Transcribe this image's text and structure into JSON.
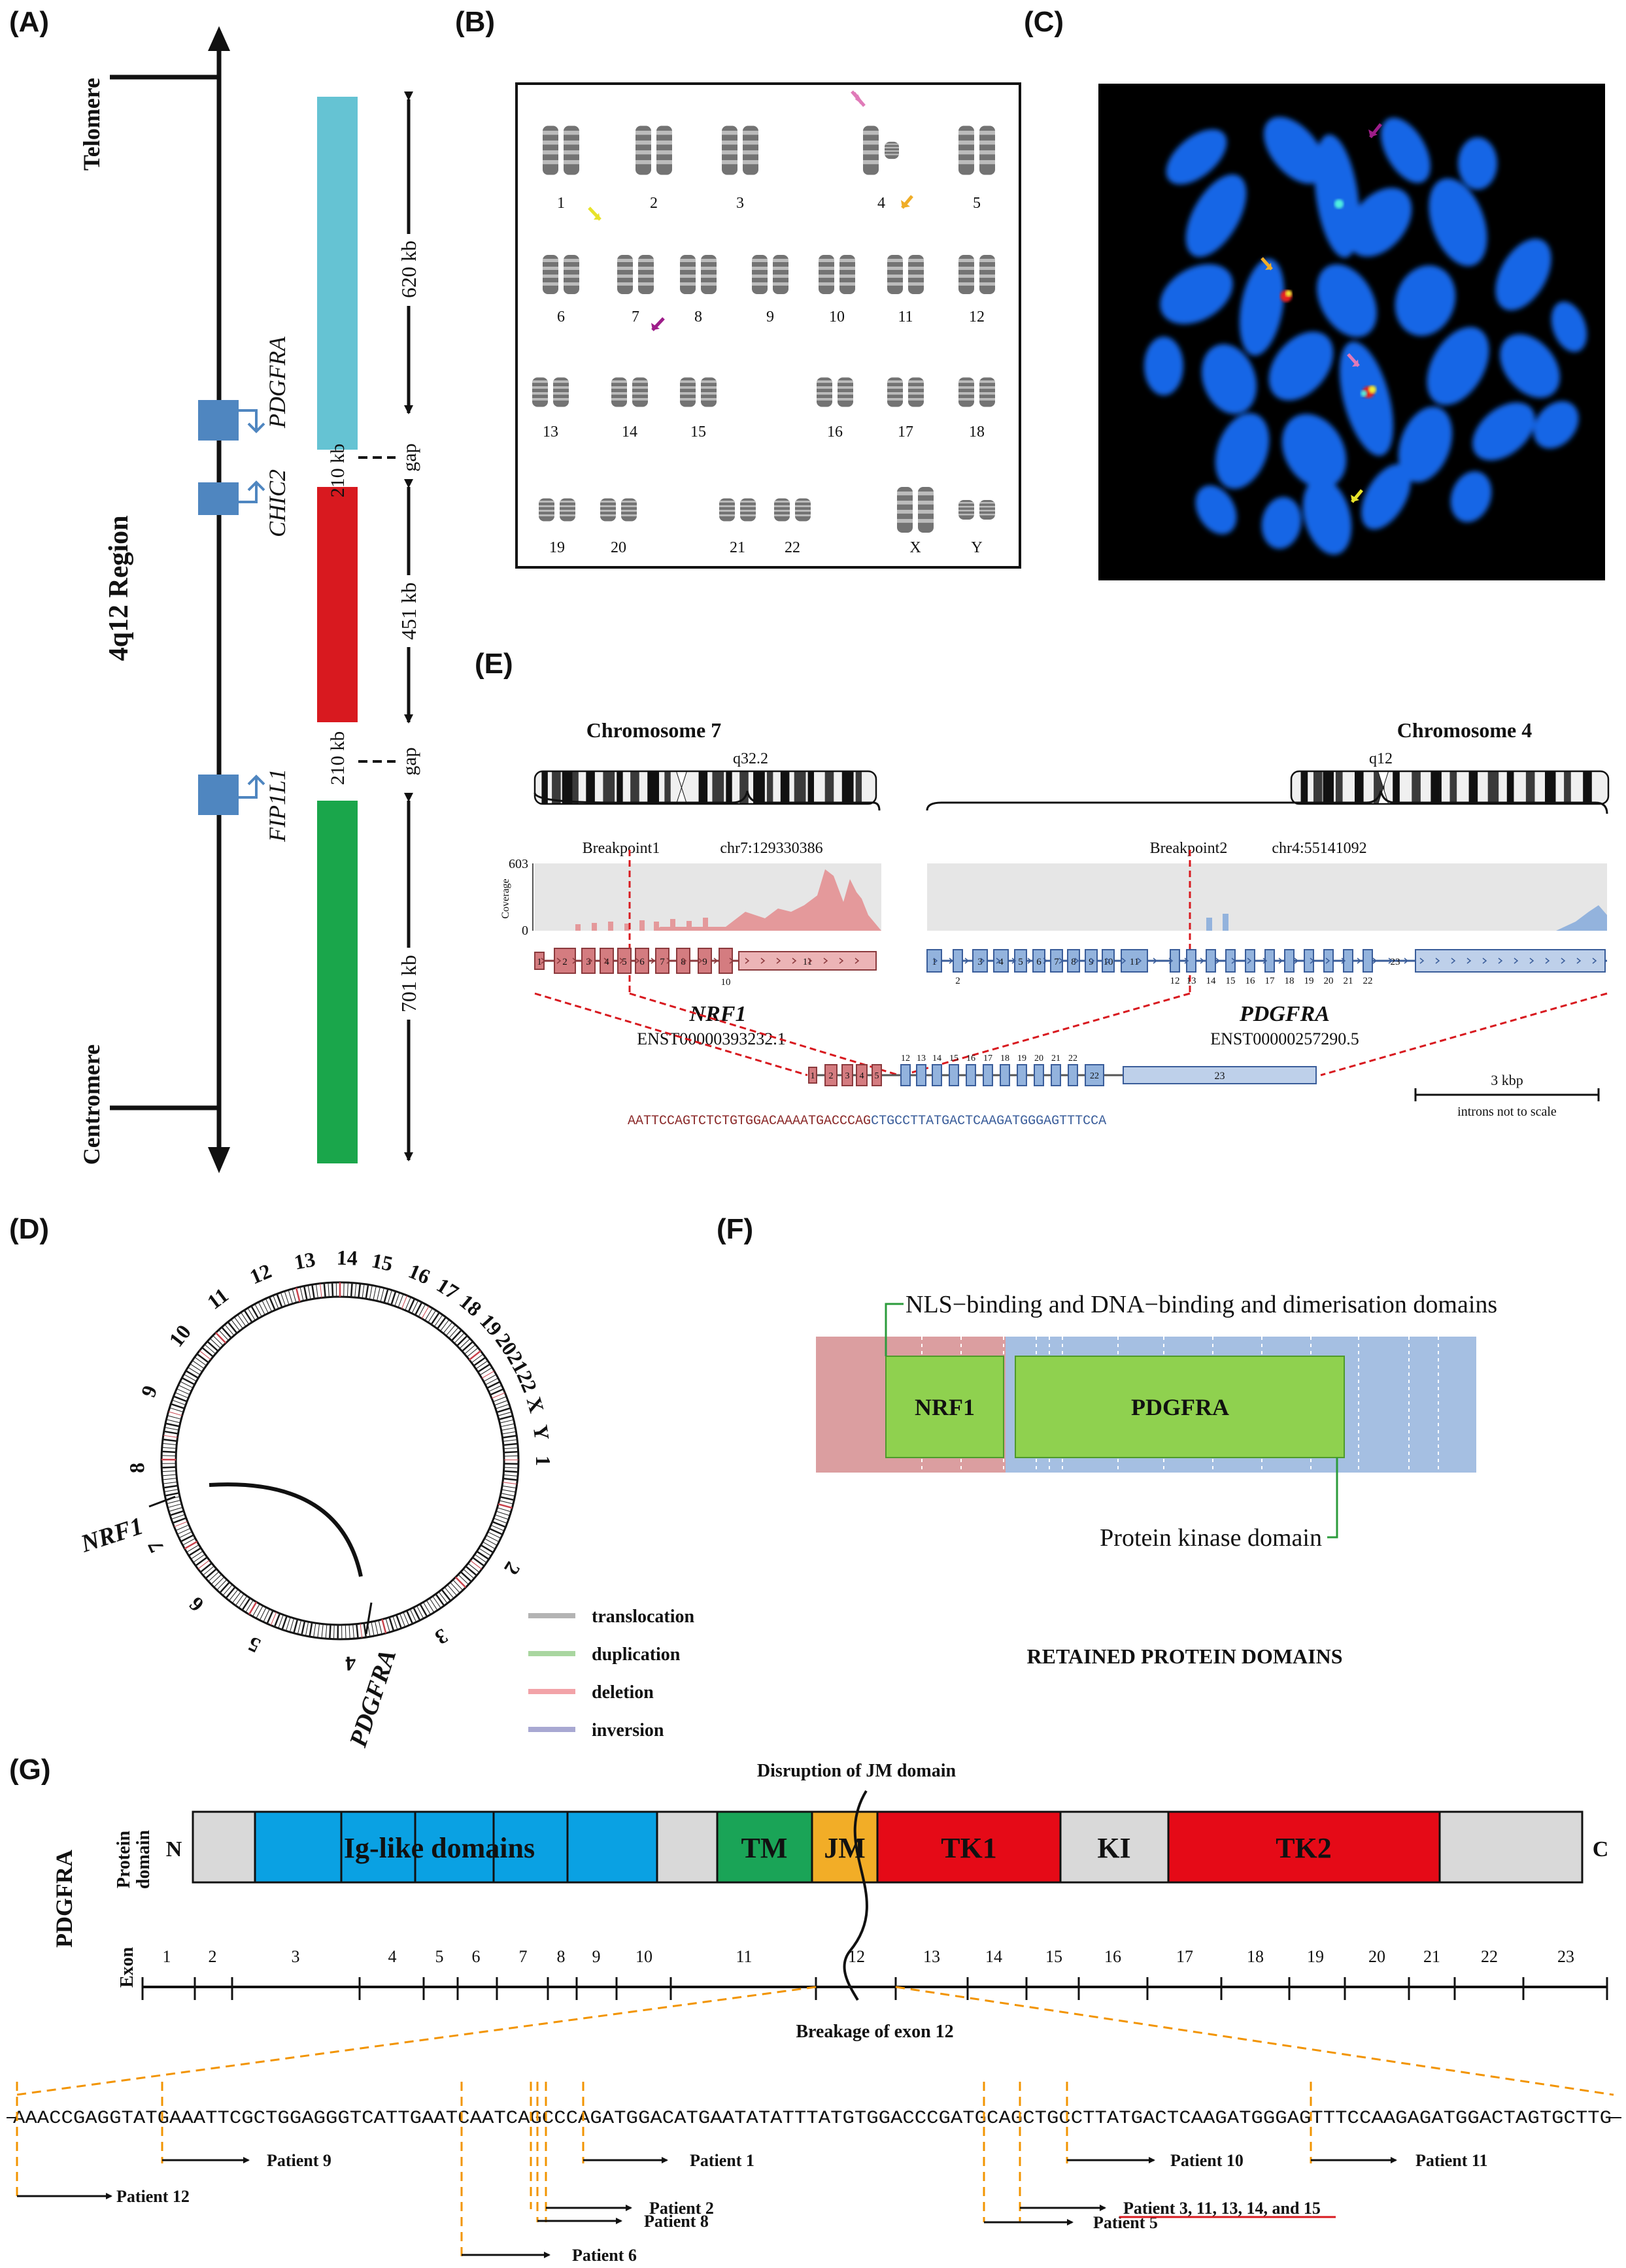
{
  "colors": {
    "cyan": "#65c3d3",
    "red": "#d8191f",
    "green": "#1aa64b",
    "gene": "#4f86c0",
    "nrf1": "#d47c80",
    "pdgfra": "#93b3dd",
    "tm": "#1aa457",
    "jm": "#f2ad27",
    "tk": "#e50a17",
    "ig": "#0aa1e3",
    "grey": "#d9d9d9",
    "orange": "#f29400",
    "domain_green": "#8fd14f",
    "domain_text": "#2b9b3b"
  },
  "panels": {
    "A": "(A)",
    "B": "(B)",
    "C": "(C)",
    "D": "(D)",
    "E": "(E)",
    "F": "(F)",
    "G": "(G)"
  },
  "panelA": {
    "telomere": "Telomere",
    "centromere": "Centromere",
    "region": "4q12 Region",
    "genes": [
      "PDGFRA",
      "CHIC2",
      "FIP1L1"
    ],
    "segments": [
      "620 kb",
      "451 kb",
      "701 kb"
    ],
    "gaps": [
      "210 kb",
      "210 kb"
    ],
    "gap_label": "gap"
  },
  "panelB": {
    "chromosomes": [
      "1",
      "2",
      "3",
      "4",
      "5",
      "6",
      "7",
      "8",
      "9",
      "10",
      "11",
      "12",
      "13",
      "14",
      "15",
      "16",
      "17",
      "18",
      "19",
      "20",
      "21",
      "22",
      "X",
      "Y"
    ]
  },
  "panelD": {
    "chromosomes": [
      "1",
      "2",
      "3",
      "4",
      "5",
      "6",
      "7",
      "8",
      "9",
      "10",
      "11",
      "12",
      "13",
      "14",
      "15",
      "16",
      "17",
      "18",
      "19",
      "20",
      "21",
      "22",
      "X",
      "Y"
    ],
    "nrf1": "NRF1",
    "pdgfra": "PDGFRA",
    "legend": [
      {
        "label": "translocation",
        "color": "#b4b4b4"
      },
      {
        "label": "duplication",
        "color": "#a9d6a0"
      },
      {
        "label": "deletion",
        "color": "#f2a3a8"
      },
      {
        "label": "inversion",
        "color": "#a8a8d2"
      }
    ]
  },
  "panelE": {
    "chr7": "Chromosome 7",
    "chr4": "Chromosome 4",
    "band7": "q32.2",
    "band4": "q12",
    "bp1": "Breakpoint1",
    "bp1pos": "chr7:129330386",
    "bp2": "Breakpoint2",
    "bp2pos": "chr4:55141092",
    "cov_max": "603",
    "cov_min": "0",
    "cov_label": "Coverage",
    "nrf1": "NRF1",
    "nrf1_tx": "ENST00000393232.1",
    "pdgfra": "PDGFRA",
    "pdgfra_tx": "ENST00000257290.5",
    "nrf1_exons": [
      "1",
      "2",
      "3",
      "4",
      "5",
      "6",
      "7",
      "8",
      "9",
      "10",
      "11"
    ],
    "pdgfra_exons": [
      "1",
      "2",
      "3",
      "4",
      "5",
      "6",
      "7",
      "8",
      "9",
      "10",
      "11",
      "12",
      "13",
      "14",
      "15",
      "16",
      "17",
      "18",
      "19",
      "20",
      "21",
      "22",
      "23"
    ],
    "fusion_exons": [
      "1",
      "2",
      "3",
      "4",
      "5",
      "12",
      "13",
      "14",
      "15",
      "16",
      "17",
      "18",
      "19",
      "20",
      "21",
      "22",
      "23"
    ],
    "seq_nrf1": "AATTCCAGTCTCTGTGGACAAAATGACCCAG",
    "seq_pdgfra": "CTGCCTTATGACTCAAGATGGGAGTTTCCA",
    "scale": "3 kbp",
    "scale_note": "introns not to scale"
  },
  "panelF": {
    "nls": "NLS−binding and DNA−binding and dimerisation domains",
    "nrf1": "NRF1",
    "pdgfra": "PDGFRA",
    "kinase": "Protein kinase domain",
    "caption": "RETAINED PROTEIN DOMAINS"
  },
  "panelG": {
    "side": "PDGFRA",
    "protein_label": [
      "Protein",
      "domain"
    ],
    "exon_label": "Exon",
    "n": "N",
    "c": "C",
    "domains": [
      "Ig-like domains",
      "TM",
      "JM",
      "TK1",
      "KI",
      "TK2"
    ],
    "disruption": "Disruption of JM domain",
    "breakage": "Breakage of exon 12",
    "exons": [
      "1",
      "2",
      "3",
      "4",
      "5",
      "6",
      "7",
      "8",
      "9",
      "10",
      "11",
      "12",
      "13",
      "14",
      "15",
      "16",
      "17",
      "18",
      "19",
      "20",
      "21",
      "22",
      "23"
    ],
    "sequence": "AAACCGAGGTATGAAATTCGCTGGAGGGTCATTGAATCAATCAGCCCAGATGGACATGAATATATTTATGTGGACCCGATGCAGCTGCCTTATGACTCAAGATGGGAGTTTCCAAGAGATGGACTAGTGCTTG",
    "patients": [
      "Patient 12",
      "Patient 9",
      "Patient 6",
      "Patient 2",
      "Patient 8",
      "Patient 1",
      "Patient 5",
      "Patient 3, 11, 13, 14, and 15",
      "Patient 10",
      "Patient 11"
    ]
  }
}
